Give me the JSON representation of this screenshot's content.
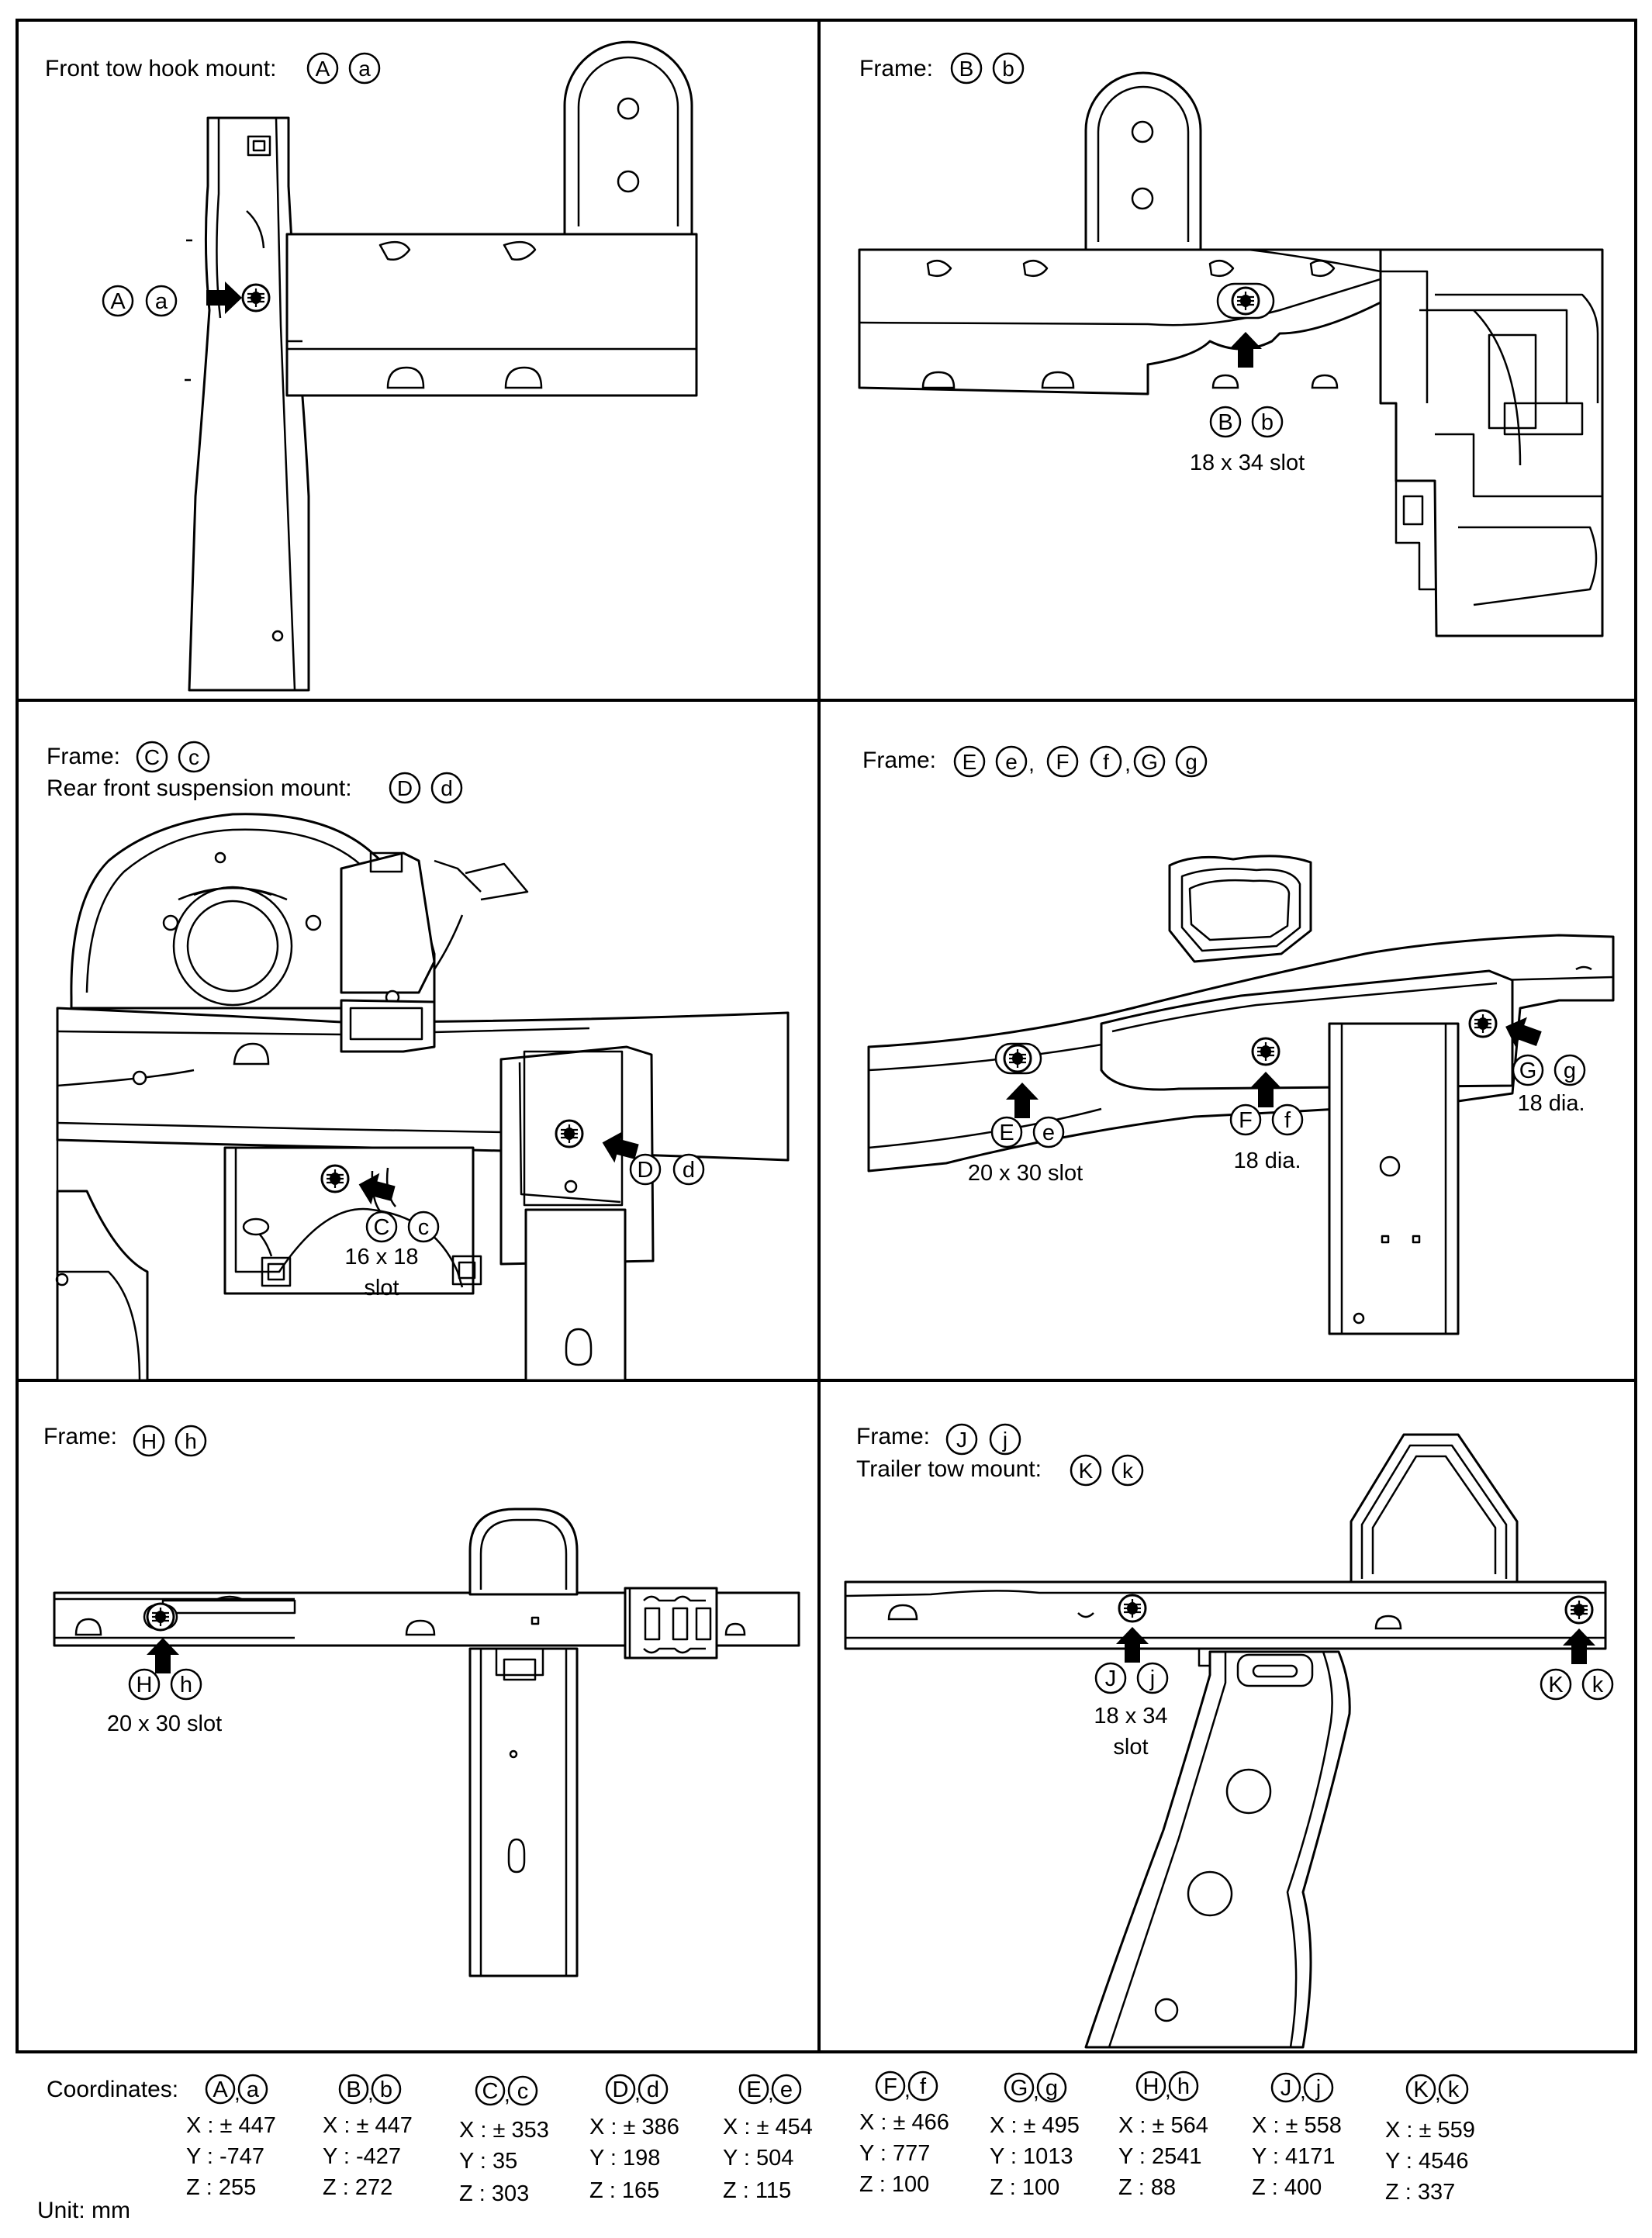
{
  "panels": {
    "p1": {
      "title_prefix": "Front tow hook mount:",
      "title_letters": [
        "A",
        "a"
      ],
      "callout_letters": [
        "A",
        "a"
      ]
    },
    "p2": {
      "title_prefix": "Frame:",
      "title_letters": [
        "B",
        "b"
      ],
      "callout_letters": [
        "B",
        "b"
      ],
      "callout_note": "18 x 34 slot"
    },
    "p3": {
      "title_prefix": "Frame:",
      "title_letters": [
        "C",
        "c"
      ],
      "title2_prefix": "Rear front suspension mount:",
      "title2_letters": [
        "D",
        "d"
      ],
      "callout_c_letters": [
        "C",
        "c"
      ],
      "callout_c_note1": "16 x 18",
      "callout_c_note2": "slot",
      "callout_d_letters": [
        "D",
        "d"
      ]
    },
    "p4": {
      "title_prefix": "Frame:",
      "title_letters": [
        "E",
        "e",
        "F",
        "f",
        "G",
        "g"
      ],
      "callout_e_letters": [
        "E",
        "e"
      ],
      "callout_e_note": "20 x 30 slot",
      "callout_f_letters": [
        "F",
        "f"
      ],
      "callout_f_note": "18 dia.",
      "callout_g_letters": [
        "G",
        "g"
      ],
      "callout_g_note": "18 dia."
    },
    "p5": {
      "title_prefix": "Frame:",
      "title_letters": [
        "H",
        "h"
      ],
      "callout_letters": [
        "H",
        "h"
      ],
      "callout_note": "20 x 30 slot"
    },
    "p6": {
      "title_prefix": "Frame:",
      "title_letters": [
        "J",
        "j"
      ],
      "title2_prefix": "Trailer tow mount:",
      "title2_letters": [
        "K",
        "k"
      ],
      "callout_j_letters": [
        "J",
        "j"
      ],
      "callout_j_note1": "18 x 34",
      "callout_j_note2": "slot",
      "callout_k_letters": [
        "K",
        "k"
      ]
    }
  },
  "coordinates": {
    "title": "Coordinates:",
    "unit": "Unit: mm",
    "points": [
      {
        "letters": [
          "A",
          "a"
        ],
        "x": "X : ± 447",
        "y": "Y : -747",
        "z": "Z : 255"
      },
      {
        "letters": [
          "B",
          "b"
        ],
        "x": "X : ± 447",
        "y": "Y : -427",
        "z": "Z : 272"
      },
      {
        "letters": [
          "C",
          "c"
        ],
        "x": "X : ± 353",
        "y": "Y : 35",
        "z": "Z : 303"
      },
      {
        "letters": [
          "D",
          "d"
        ],
        "x": "X : ± 386",
        "y": "Y : 198",
        "z": "Z : 165"
      },
      {
        "letters": [
          "E",
          "e"
        ],
        "x": "X : ± 454",
        "y": "Y : 504",
        "z": "Z : 115"
      },
      {
        "letters": [
          "F",
          "f"
        ],
        "x": "X : ± 466",
        "y": "Y : 777",
        "z": "Z : 100"
      },
      {
        "letters": [
          "G",
          "g"
        ],
        "x": "X : ± 495",
        "y": "Y : 1013",
        "z": "Z : 100"
      },
      {
        "letters": [
          "H",
          "h"
        ],
        "x": "X : ± 564",
        "y": "Y : 2541",
        "z": "Z : 88"
      },
      {
        "letters": [
          "J",
          "j"
        ],
        "x": "X : ± 558",
        "y": "Y : 4171",
        "z": "Z : 400"
      },
      {
        "letters": [
          "K",
          "k"
        ],
        "x": "X : ± 559",
        "y": "Y : 4546",
        "z": "Z : 337"
      }
    ]
  }
}
